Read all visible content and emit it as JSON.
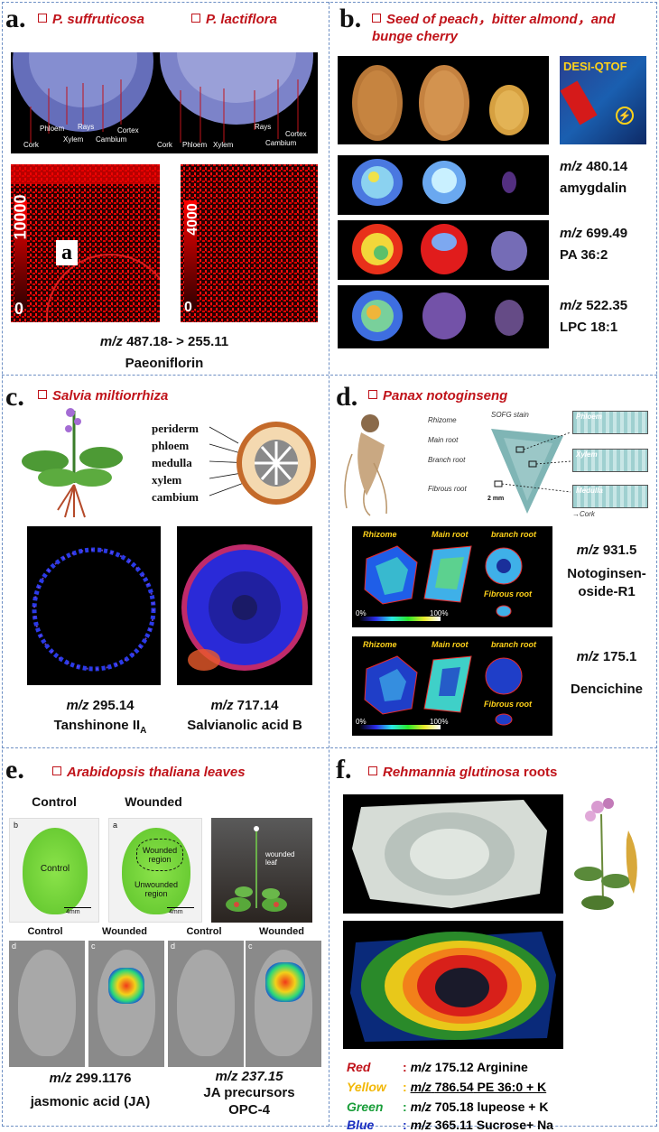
{
  "panel_a": {
    "label": "a",
    "title1": "P. suffruticosa",
    "title2": "P. lactiflora",
    "tissues_left": [
      "Phloem",
      "Rays",
      "Cortex",
      "Cork",
      "Xylem",
      "Cambium"
    ],
    "tissues_right": [
      "Rays",
      "Cortex",
      "Cork",
      "Phloem",
      "Xylem",
      "Cambium"
    ],
    "scale_left": [
      "10000",
      "0"
    ],
    "scale_right": [
      "4000",
      "0"
    ],
    "inset_label": "a",
    "mz_prefix": "m/z",
    "mz_value": "487.18- > 255.11",
    "compound": "Paeoniflorin"
  },
  "panel_b": {
    "label": "b",
    "title_line1": "Seed of peach，bitter almond，and",
    "title_line2": "bunge cherry",
    "instrument": "DESI-QTOF",
    "rows": [
      {
        "mz": "480.14",
        "compound": "amygdalin"
      },
      {
        "mz": "699.49",
        "compound": "PA 36:2"
      },
      {
        "mz": "522.35",
        "compound": "LPC 18:1"
      }
    ],
    "mz_prefix": "m/z"
  },
  "panel_c": {
    "label": "c",
    "title": "Salvia miltiorrhiza",
    "tissues": [
      "periderm",
      "phloem",
      "medulla",
      "xylem",
      "cambium"
    ],
    "mz_prefix": "m/z",
    "left_mz": "295.14",
    "left_compound": "Tanshinone II",
    "left_sub": "A",
    "right_mz": "717.14",
    "right_compound": "Salvianolic acid B"
  },
  "panel_d": {
    "label": "d",
    "title": "Panax notoginseng",
    "root_parts": [
      "Rhizome",
      "Main root",
      "Branch root",
      "Fibrous root"
    ],
    "stain": "SOFG stain",
    "zoom_labels": [
      "Phloem",
      "Xylem",
      "Medulla"
    ],
    "cork": "Cork",
    "scale": "2 mm",
    "image_labels": [
      "Rhizome",
      "Main root",
      "branch root",
      "Fibrous root"
    ],
    "scale_min": "0%",
    "scale_max": "100%",
    "mz_prefix": "m/z",
    "row1_mz": "931.5",
    "row1_compound_l1": "Notoginsen-",
    "row1_compound_l2": "oside-R1",
    "row2_mz": "175.1",
    "row2_compound": "Dencichine"
  },
  "panel_e": {
    "label": "e",
    "title": "Arabidopsis thaliana leaves",
    "col_control": "Control",
    "col_wounded": "Wounded",
    "leaf_b": "b",
    "leaf_a": "a",
    "control_text": "Control",
    "wounded_region": "Wounded region",
    "unwounded_region": "Unwounded region",
    "scale_left": "4mm",
    "scale_right": "4mm",
    "wounded_leaf": "wounded leaf",
    "small_control": "Control",
    "small_wounded": "Wounded",
    "img_letters": [
      "d",
      "c",
      "d",
      "c"
    ],
    "mz_prefix": "m/z",
    "left_mz": "299.1176",
    "left_compound": "jasmonic acid (JA)",
    "right_mz": "237.15",
    "right_line2": "JA precursors",
    "right_line3": "OPC-4"
  },
  "panel_f": {
    "label": "f",
    "title_italic": "Rehmannia glutinosa",
    "title_rest": " roots",
    "legend": [
      {
        "color_name": "Red",
        "mz": "175.12",
        "compound": "Arginine",
        "color": "#c0131a"
      },
      {
        "color_name": "Yellow",
        "mz": "786.54",
        "compound": "PE 36:0 + K",
        "color": "#f2b705"
      },
      {
        "color_name": "Green",
        "mz": "705.18",
        "compound": "lupeose + K",
        "color": "#1a9e3a"
      },
      {
        "color_name": "Blue",
        "mz": "365.11",
        "compound": "Sucrose+ Na",
        "color": "#1a2fc0"
      }
    ],
    "mz_prefix": "m/z"
  },
  "colors": {
    "accent_red": "#c0131a",
    "border_blue": "#6d8fc4",
    "label_yellow": "#ffd21a"
  }
}
